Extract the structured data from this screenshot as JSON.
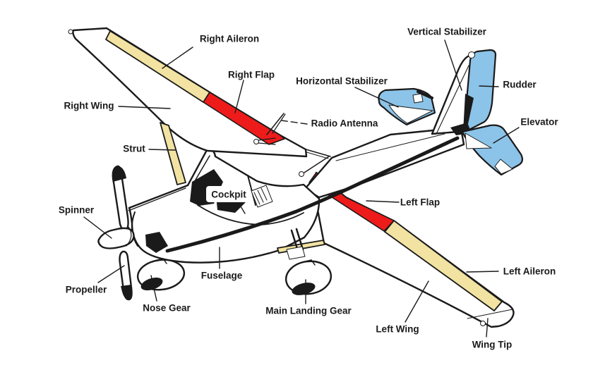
{
  "diagram": {
    "subject": "single-engine high-wing airplane",
    "style": "labeled line drawing with colored control surfaces"
  },
  "colors": {
    "background": "#FFFFFF",
    "line": "#1A1A1A",
    "surface_cream": "#F2E3A2",
    "flap_red": "#EE1B1B",
    "tail_blue": "#8CC3E8"
  },
  "labels": [
    {
      "id": "right-aileron",
      "text": "Right Aileron"
    },
    {
      "id": "right-flap",
      "text": "Right Flap"
    },
    {
      "id": "vertical-stabilizer",
      "text": "Vertical Stabilizer"
    },
    {
      "id": "horizontal-stabilizer",
      "text": "Horizontal Stabilizer"
    },
    {
      "id": "rudder",
      "text": "Rudder"
    },
    {
      "id": "radio-antenna",
      "text": "Radio Antenna"
    },
    {
      "id": "elevator",
      "text": "Elevator"
    },
    {
      "id": "right-wing",
      "text": "Right Wing"
    },
    {
      "id": "strut",
      "text": "Strut"
    },
    {
      "id": "cockpit",
      "text": "Cockpit"
    },
    {
      "id": "left-flap",
      "text": "Left Flap"
    },
    {
      "id": "spinner",
      "text": "Spinner"
    },
    {
      "id": "left-aileron",
      "text": "Left Aileron"
    },
    {
      "id": "propeller",
      "text": "Propeller"
    },
    {
      "id": "fuselage",
      "text": "Fuselage"
    },
    {
      "id": "nose-gear",
      "text": "Nose Gear"
    },
    {
      "id": "main-landing-gear",
      "text": "Main Landing Gear"
    },
    {
      "id": "left-wing",
      "text": "Left Wing"
    },
    {
      "id": "wing-tip",
      "text": "Wing Tip"
    }
  ]
}
